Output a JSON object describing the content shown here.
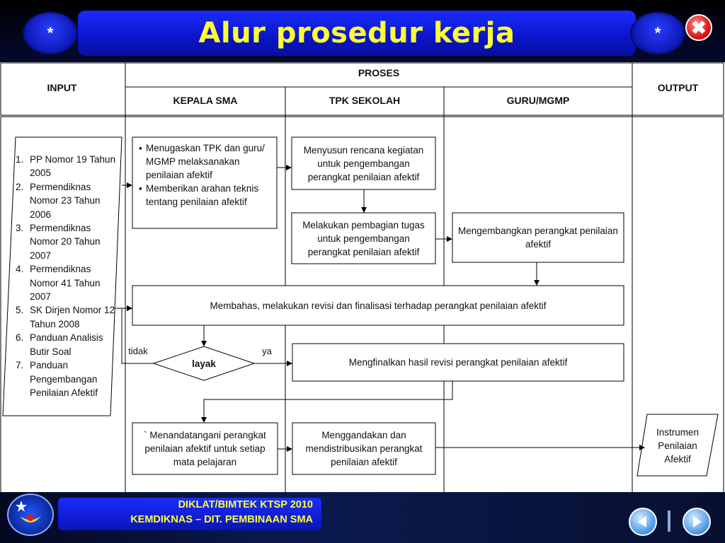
{
  "header": {
    "title": "Alur prosedur kerja",
    "orb_symbol": "*",
    "close_symbol": "✖"
  },
  "columns": {
    "input": "INPUT",
    "proses": "PROSES",
    "kepala": "KEPALA SMA",
    "tpk": "TPK SEKOLAH",
    "guru": "GURU/MGMP",
    "output": "OUTPUT"
  },
  "inputs": [
    {
      "num": "1.",
      "text": "PP Nomor 19 Tahun 2005"
    },
    {
      "num": "2.",
      "text": "Permendiknas Nomor 23 Tahun 2006"
    },
    {
      "num": "3.",
      "text": "Permendiknas Nomor 20 Tahun 2007"
    },
    {
      "num": "4.",
      "text": "Permendiknas Nomor 41 Tahun 2007"
    },
    {
      "num": "5.",
      "text": "SK Dirjen Nomor 12 Tahun 2008"
    },
    {
      "num": "6.",
      "text": "Panduan Analisis Butir Soal"
    },
    {
      "num": "7.",
      "text": "Panduan Pengembangan Penilaian Afektif"
    }
  ],
  "steps": {
    "kepala_tugas": [
      "Menugaskan TPK dan guru/ MGMP melaksanakan penilaian afektif",
      "Memberikan arahan teknis tentang  penilaian afektif"
    ],
    "tpk_rencana": "Menyusun rencana kegiatan untuk pengembangan perangkat penilaian afektif",
    "tpk_bagi": "Melakukan pembagian tugas untuk pengembangan perangkat penilaian afektif",
    "guru_kembang": "Mengembangkan  perangkat penilaian afektif",
    "bahas": "Membahas, melakukan revisi dan finalisasi terhadap perangkat penilaian afektif",
    "decision": "layak",
    "no_label": "tidak",
    "yes_label": "ya",
    "finalkan": "Mengfinalkan hasil revisi perangkat penilaian afektif",
    "tandatangan": "` Menandatangani perangkat penilaian afektif untuk setiap mata pelajaran",
    "gandakan": "Menggandakan dan mendistribusikan  perangkat penilaian afektif",
    "output": "Instrumen Penilaian Afektif"
  },
  "footer": {
    "line1": "DIKLAT/BIMTEK KTSP 2010",
    "line2": "KEMDIKNAS – DIT. PEMBINAAN SMA"
  }
}
